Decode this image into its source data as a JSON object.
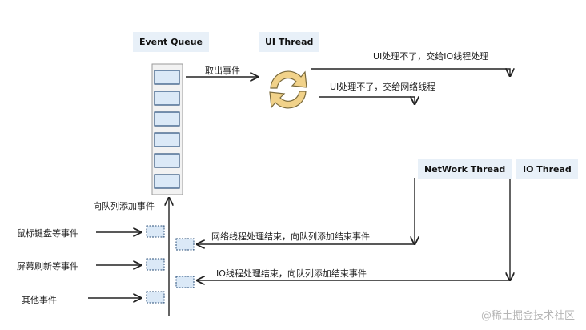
{
  "titles": {
    "event_queue": "Event Queue",
    "ui_thread": "UI Thread",
    "network_thread": "NetWork Thread",
    "io_thread": "IO Thread"
  },
  "labels": {
    "take_event": "取出事件",
    "ui_to_io": "UI处理不了，交给IO线程处理",
    "ui_to_network": "UI处理不了，交给网络线程",
    "add_to_queue": "向队列添加事件",
    "mouse_keyboard": "鼠标键盘等事件",
    "screen_refresh": "屏幕刷新等事件",
    "other_events": "其他事件",
    "network_done": "网络线程处理结束，向队列添加结束事件",
    "io_done": "IO线程处理结束，向队列添加结束事件"
  },
  "watermark": "@稀土掘金技术社区",
  "colors": {
    "title_bg": "#e8f0f8",
    "slot_fill": "#dbe9f7",
    "slot_stroke": "#2a4f7a",
    "queue_bg": "#f2f2f2",
    "cycle_fill": "#f1d28a",
    "cycle_stroke": "#7a6a3c",
    "line": "#222222"
  }
}
